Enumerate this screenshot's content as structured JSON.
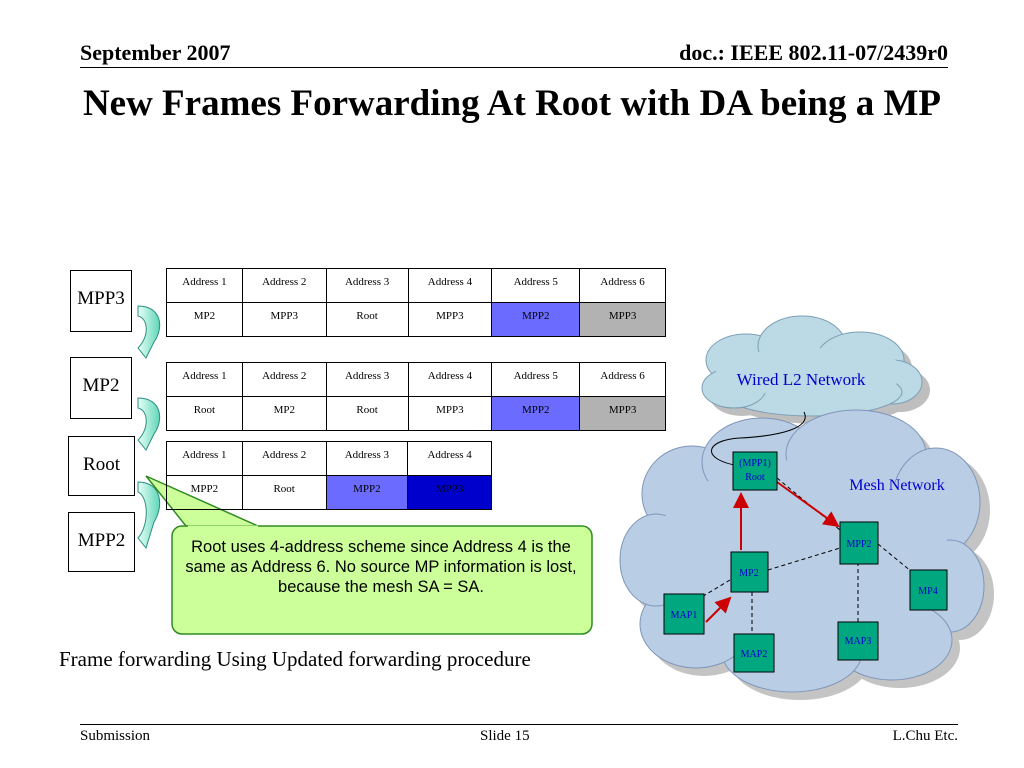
{
  "header": {
    "date": "September 2007",
    "doc": "doc.: IEEE 802.11-07/2439r0"
  },
  "title": "New Frames Forwarding At Root with DA being a MP",
  "path_nodes": [
    "MPP3",
    "MP2",
    "Root",
    "MPP2"
  ],
  "tables": [
    {
      "headers": [
        "Address 1",
        "Address 2",
        "Address 3",
        "Address 4",
        "Address 5",
        "Address 6"
      ],
      "values": [
        "MP2",
        "MPP3",
        "Root",
        "MPP3",
        "MPP2",
        "MPP3"
      ]
    },
    {
      "headers": [
        "Address 1",
        "Address 2",
        "Address 3",
        "Address 4",
        "Address 5",
        "Address 6"
      ],
      "values": [
        "Root",
        "MP2",
        "Root",
        "MPP3",
        "MPP2",
        "MPP3"
      ]
    },
    {
      "headers": [
        "Address 1",
        "Address 2",
        "Address 3",
        "Address 4"
      ],
      "values": [
        "MPP2",
        "Root",
        "MPP2",
        "MPP3"
      ]
    }
  ],
  "callout": "Root uses 4-address scheme since Address 4 is the same as Address 6. No source MP information is lost, because the mesh SA = SA.",
  "caption": "Frame forwarding Using Updated forwarding procedure",
  "network": {
    "wired_label": "Wired L2 Network",
    "mesh_label": "Mesh Network",
    "nodes": {
      "root_line1": "(MPP1)",
      "root_line2": "Root",
      "mpp2": "MPP2",
      "mp2": "MP2",
      "mp4": "MP4",
      "map1": "MAP1",
      "map2": "MAP2",
      "map3": "MAP3"
    }
  },
  "colors": {
    "node_fill": "#00a77f",
    "node_text": "#0000cc",
    "cloud_fill": "#b9cde5",
    "wired_cloud_fill": "#bcd9e6",
    "arrow": "#cc0000",
    "cell_blue": "#6b6bff",
    "cell_gray": "#b2b2b2",
    "cell_navy": "#0000cc",
    "callout_fill": "#ccff99",
    "callout_border": "#2e8b22"
  },
  "footer": {
    "left": "Submission",
    "center": "Slide 15",
    "right": "L.Chu Etc."
  }
}
